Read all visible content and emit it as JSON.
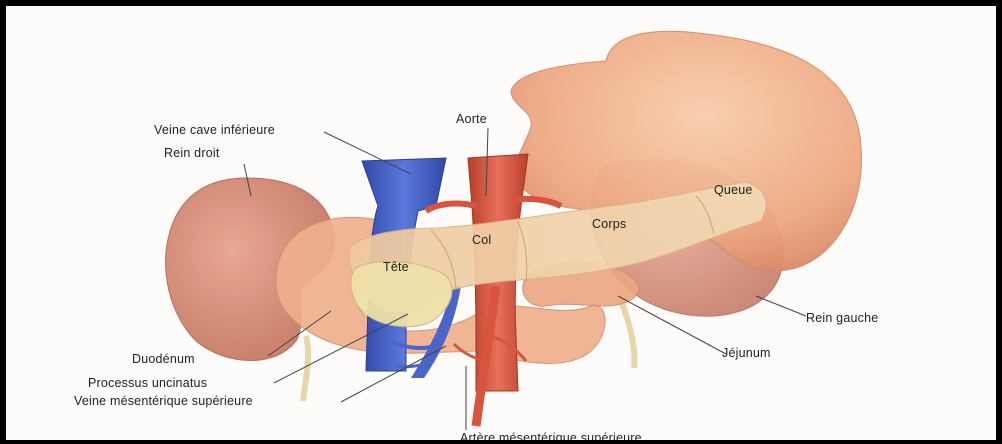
{
  "labels": {
    "veine_cave": "Veine cave inférieure",
    "rein_droit": "Rein droit",
    "aorte": "Aorte",
    "queue": "Queue",
    "corps": "Corps",
    "col": "Col",
    "tete": "Tête",
    "rein_gauche": "Rein gauche",
    "duodenum": "Duodénum",
    "jejunum": "Jéjunum",
    "processus": "Processus uncinatus",
    "veine_mes": "Veine mésentérique supérieure",
    "artere_mes": "Artère mésentérique supérieure"
  },
  "colors": {
    "frame": "#000000",
    "background": "#fdfcfb",
    "stomach": "#f2b48e",
    "kidney": "#d9907a",
    "pancreas": "#f3d6b0",
    "duodenum": "#eeb08c",
    "vein": "#4a64c8",
    "artery": "#d8543c",
    "fat": "#efe0a8"
  }
}
